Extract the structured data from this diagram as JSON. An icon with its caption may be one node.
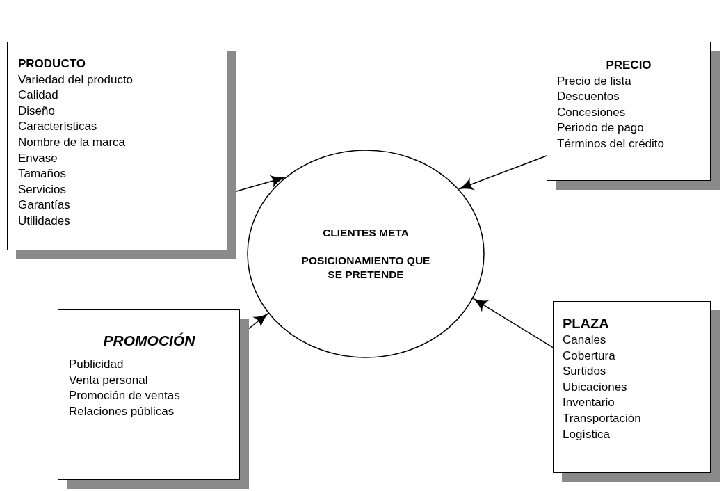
{
  "diagram": {
    "nodes": [
      {
        "text": [
          "PRODUCTO",
          "Variedad del producto",
          "Calidad",
          "Diseño",
          "Características",
          "Nombre de la marca",
          "Envase",
          "Tamaños",
          "Servicios",
          "Garantías",
          "Utilidades"
        ]
      },
      {
        "text": [
          "PRECIO",
          "Precio de lista",
          "Descuentos",
          "Concesiones",
          "Periodo de pago",
          "Términos del crédito"
        ]
      },
      {
        "text": [
          "CLIENTES META",
          "POSICIONAMIENTO QUE SE PRETENDE"
        ]
      },
      {
        "text": [
          "PROMOCIÓN",
          "Publicidad",
          "Venta personal",
          "Promoción de ventas",
          "Relaciones públicas"
        ]
      },
      {
        "text": [
          "PLAZA",
          "Canales",
          "Cobertura",
          "Surtidos",
          "Ubicaciones",
          "Inventario",
          "Transportación",
          "Logística"
        ]
      }
    ],
    "edges": [
      {
        "from": 0,
        "to": 2,
        "arrow": "to"
      },
      {
        "from": 1,
        "to": 2,
        "arrow": "to"
      },
      {
        "from": 3,
        "to": 2,
        "arrow": "to"
      },
      {
        "from": 4,
        "to": 2,
        "arrow": "to"
      }
    ]
  }
}
